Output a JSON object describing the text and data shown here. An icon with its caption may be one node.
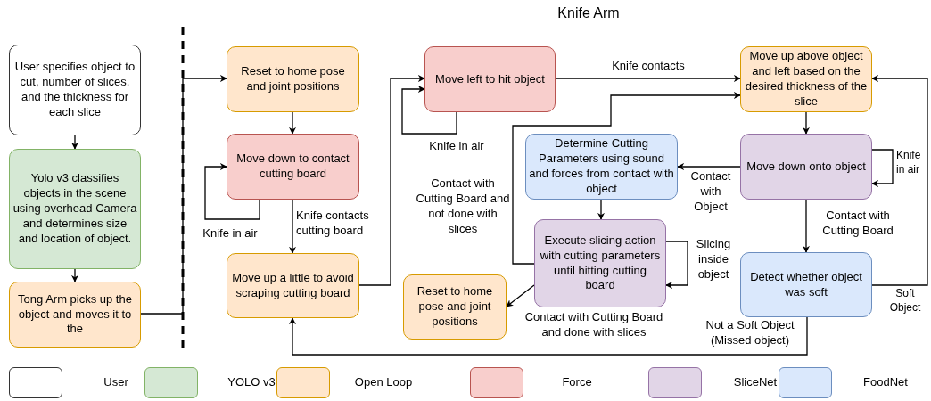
{
  "diagram": {
    "title": "Knife Arm",
    "nodes": [
      {
        "text": [
          "User specifies object to cut, number of slices, and the thickness for each slice"
        ]
      },
      {
        "text": [
          "Yolo v3 classifies objects in the scene using overhead Camera and determines size and location of object."
        ]
      },
      {
        "text": [
          "Tong Arm picks up the object and moves it to the"
        ]
      },
      {
        "text": [
          "Reset to home pose and joint positions"
        ]
      },
      {
        "text": [
          "Move down to contact cutting board"
        ]
      },
      {
        "text": [
          "Move up a little to avoid scraping cutting board"
        ]
      },
      {
        "text": [
          "Move left to hit object"
        ]
      },
      {
        "text": [
          "Move up above object and left based on the desired thickness of the slice"
        ]
      },
      {
        "text": [
          "Determine Cutting Parameters using sound and forces from contact with object"
        ]
      },
      {
        "text": [
          "Move down onto object"
        ]
      },
      {
        "text": [
          "Execute slicing action with cutting parameters until hitting cutting board"
        ]
      },
      {
        "text": [
          "Reset to home pose and joint positions"
        ]
      },
      {
        "text": [
          "Detect whether object was soft"
        ]
      }
    ],
    "edges": [
      {
        "from": 0,
        "to": 1,
        "arrow": "to"
      },
      {
        "from": 1,
        "to": 2,
        "arrow": "to"
      },
      {
        "from": 2,
        "to": 3,
        "arrow": "to"
      },
      {
        "from": 3,
        "to": 4,
        "arrow": "to"
      },
      {
        "from": 4,
        "to": 4,
        "arrow": "to",
        "label": "Knife in air"
      },
      {
        "from": 4,
        "to": 5,
        "arrow": "to",
        "label": "Knife contacts cutting board"
      },
      {
        "from": 5,
        "to": 6,
        "arrow": "to"
      },
      {
        "from": 6,
        "to": 6,
        "arrow": "to",
        "label": "Knife in air"
      },
      {
        "from": 6,
        "to": 7,
        "arrow": "to",
        "label": "Knife contacts"
      },
      {
        "from": 7,
        "to": 9,
        "arrow": "to"
      },
      {
        "from": 9,
        "to": 9,
        "arrow": "to",
        "label": "Knife in air"
      },
      {
        "from": 9,
        "to": 8,
        "arrow": "to",
        "label": "Contact with Object"
      },
      {
        "from": 8,
        "to": 10,
        "arrow": "to"
      },
      {
        "from": 10,
        "to": 10,
        "arrow": "to",
        "label": "Slicing inside object"
      },
      {
        "from": 10,
        "to": 7,
        "arrow": "to",
        "label": "Contact with Cutting Board and not done with slices"
      },
      {
        "from": 10,
        "to": 11,
        "arrow": "to",
        "label": "Contact with Cutting Board and done with slices"
      },
      {
        "from": 9,
        "to": 12,
        "arrow": "to",
        "label": "Contact with Cutting Board"
      },
      {
        "from": 12,
        "to": 5,
        "arrow": "to",
        "label": "Not a Soft Object (Missed object)"
      },
      {
        "from": 12,
        "to": 7,
        "arrow": "to",
        "label": "Soft Object"
      }
    ],
    "legend": [
      {
        "text": "User",
        "color": "#ffffff"
      },
      {
        "text": "YOLO v3",
        "color": "#d5e8d4"
      },
      {
        "text": "Open Loop",
        "color": "#ffe6cc"
      },
      {
        "text": "Force",
        "color": "#f8cecc"
      },
      {
        "text": "SliceNet",
        "color": "#e1d5e7"
      },
      {
        "text": "FoodNet",
        "color": "#dae8fc"
      }
    ]
  }
}
